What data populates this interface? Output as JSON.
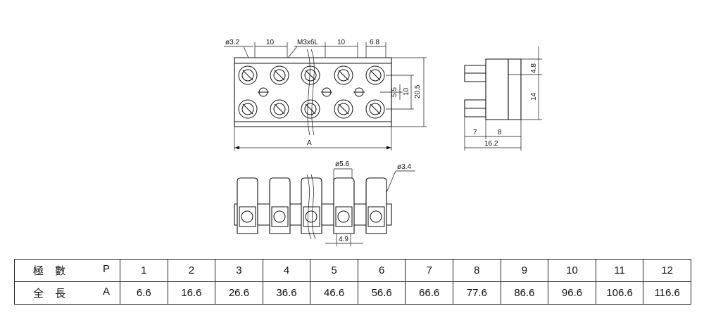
{
  "drawing": {
    "top_view": {
      "hole_dia": "ø3.2",
      "pitch_left": "10",
      "screw": "M3x6L",
      "pitch_right": "10",
      "edge": "6.8",
      "height_overall": "20.5",
      "row_gap": "10",
      "hole_offset": "5.5",
      "length_label": "A"
    },
    "side_view": {
      "top": "4.8",
      "height": "14",
      "d1": "7",
      "d2": "8",
      "depth": "16.2"
    },
    "front_view": {
      "bore": "ø5.6",
      "hole": "ø3.4",
      "width": "4.9"
    }
  },
  "table": {
    "row1": {
      "label": "極 數",
      "symbol": "P",
      "values": [
        "1",
        "2",
        "3",
        "4",
        "5",
        "6",
        "7",
        "8",
        "9",
        "10",
        "11",
        "12"
      ]
    },
    "row2": {
      "label": "全 長",
      "symbol": "A",
      "values": [
        "6.6",
        "16.6",
        "26.6",
        "36.6",
        "46.6",
        "56.6",
        "66.6",
        "77.6",
        "86.6",
        "96.6",
        "106.6",
        "116.6"
      ]
    }
  }
}
